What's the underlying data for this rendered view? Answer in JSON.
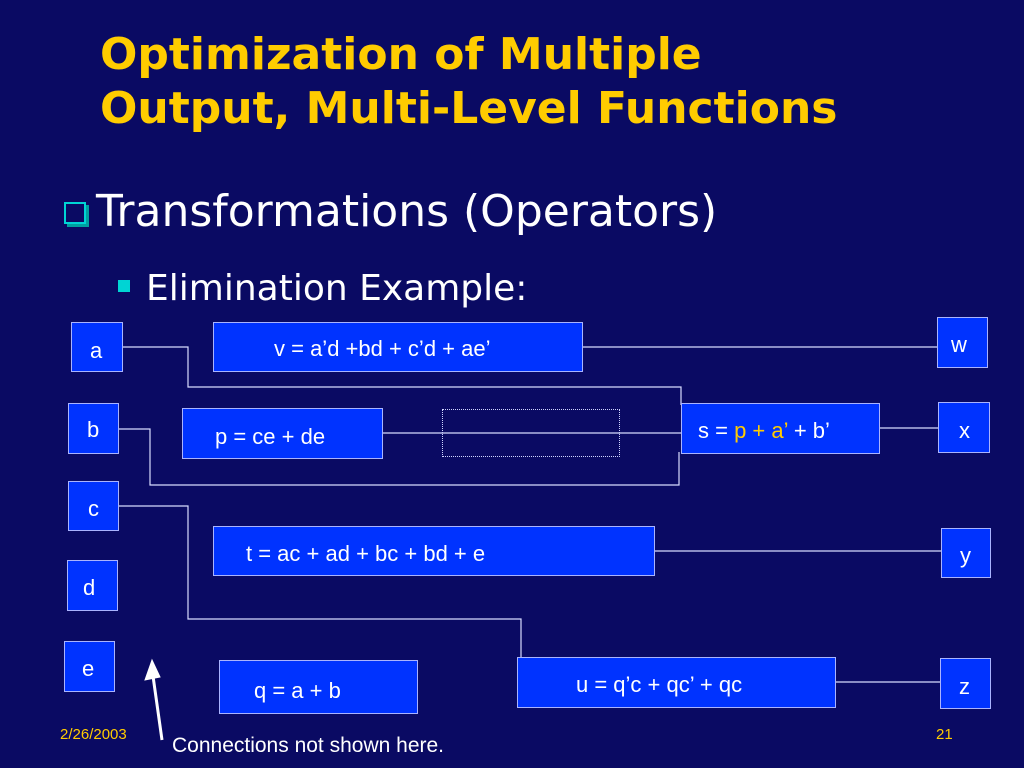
{
  "title_lines": [
    "Optimization of Multiple",
    "Output, Multi-Level Functions"
  ],
  "bullet_level1": "Transformations (Operators)",
  "bullet_level2": "Elimination Example:",
  "inputs": [
    "a",
    "b",
    "c",
    "d",
    "e"
  ],
  "outputs": [
    "w",
    "x",
    "y",
    "z"
  ],
  "nodes": {
    "v": "v = a’d +bd + c’d + ae’",
    "p": "p = ce + de",
    "s_prefix": "s = ",
    "s_highlight": "p + a’",
    "s_suffix": " + b’",
    "t": "t = ac + ad + bc + bd + e",
    "q": "q = a + b",
    "u": "u = q’c + qc’ + qc"
  },
  "footer": {
    "date": "2/26/2003",
    "page": "21",
    "note": "Connections not shown here."
  },
  "colors": {
    "background": "#0a0a63",
    "title": "#ffcc00",
    "box_fill": "#0033ff",
    "bullet_accent": "#00d4d4",
    "highlight": "#ffcc00"
  }
}
